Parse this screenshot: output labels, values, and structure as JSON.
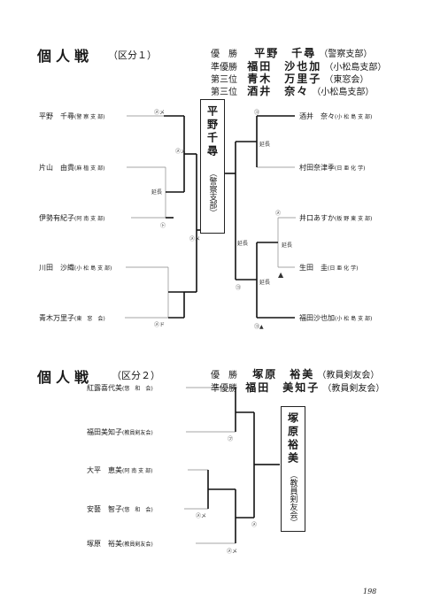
{
  "section1": {
    "title": "個人戦",
    "division": "（区分１）",
    "results": [
      {
        "rank": "優　勝",
        "name": "平野　千尋",
        "org": "（警察支部）"
      },
      {
        "rank": "準優勝",
        "name": "福田　沙也加",
        "org": "（小松島支部）"
      },
      {
        "rank": "第三位",
        "name": "青木　万里子",
        "org": "（東窓会）"
      },
      {
        "rank": "第三位",
        "name": "酒井　奈々",
        "org": "（小松島支部）"
      }
    ],
    "winner": {
      "name": "平野千尋",
      "org": "（警察支部）"
    },
    "left": [
      {
        "name": "平野　千尋",
        "org": "(警 察 支 部)"
      },
      {
        "name": "片山　由貴",
        "org": "(麻 植 支 部)"
      },
      {
        "name": "伊勢有紀子",
        "org": "(阿 南 支 部)"
      },
      {
        "name": "川田　沙織",
        "org": "(小 松 島 支 部)"
      },
      {
        "name": "青木万里子",
        "org": "(東　窓　会)"
      }
    ],
    "right": [
      {
        "name": "酒井　奈々",
        "org": "(小 松 島 支 部)"
      },
      {
        "name": "村田奈津季",
        "org": "(日 亜 化 学)"
      },
      {
        "name": "井口あすか",
        "org": "(板 野 東 支 部)"
      },
      {
        "name": "生田　圭",
        "org": "(日 亜 化 学)"
      },
      {
        "name": "福田沙也加",
        "org": "(小 松 島 支 部)"
      }
    ],
    "marks": {
      "m1": "㋱メ",
      "m2": "㋱メ",
      "m3": "㋣",
      "m4": "㋱メ",
      "m5": "㋱ド",
      "m6": "㋙",
      "m7": "㋱",
      "m8": "㋙",
      "m9": "㋙▲"
    },
    "tags": {
      "enchou": "延長"
    }
  },
  "section2": {
    "title": "個人戦",
    "division": "（区分２）",
    "results": [
      {
        "rank": "優　勝",
        "name": "塚原　裕美",
        "org": "（教員剣友会）"
      },
      {
        "rank": "準優勝",
        "name": "福田　美知子",
        "org": "（教員剣友会）"
      }
    ],
    "winner": {
      "name": "塚原裕美",
      "org": "（教員剣友会）"
    },
    "left": [
      {
        "name": "紅露喜代美",
        "org": "(悠　和　会)"
      },
      {
        "name": "福田美知子",
        "org": "(教員剣友会)"
      },
      {
        "name": "大平　恵美",
        "org": "(阿 南 支 部)"
      },
      {
        "name": "安藝　智子",
        "org": "(悠　和　会)"
      },
      {
        "name": "塚原　裕美",
        "org": "(教員剣友会)"
      }
    ],
    "marks": {
      "m1": "㋫",
      "m2": "㋱メ",
      "m3": "㋱",
      "m4": "㋱メ"
    }
  },
  "page_number": "198"
}
